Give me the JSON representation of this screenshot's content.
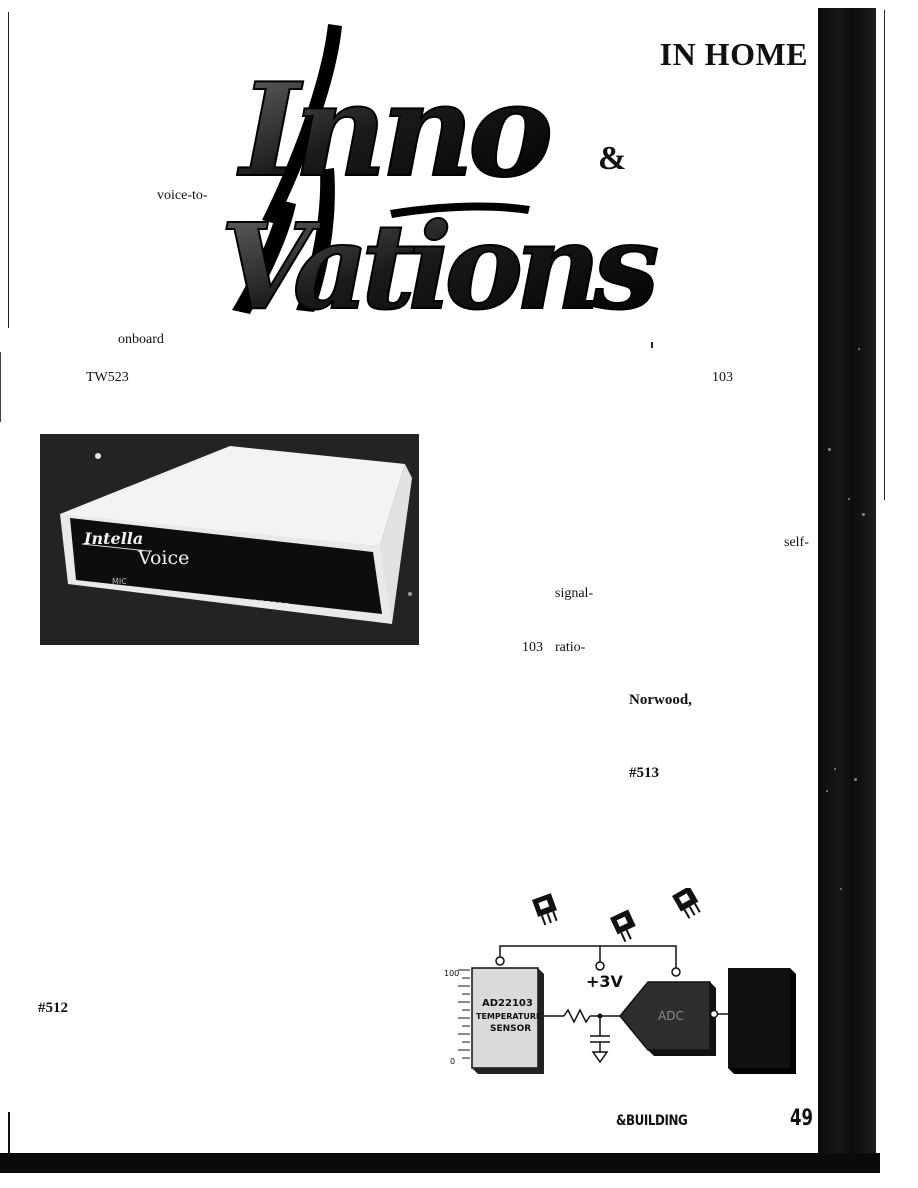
{
  "header": {
    "section_title": "IN HOME",
    "ampersand": "&",
    "logo_line1": "Inno",
    "logo_line2": "Vations"
  },
  "fragments": {
    "voice_to": "voice-to-",
    "onboard": "onboard",
    "tw523": "TW523",
    "n103_top": "103",
    "self": "self-",
    "signal": "signal-",
    "n103_mid": "103",
    "ratio": "ratio-",
    "norwood": "Norwood,",
    "ref513": "#513",
    "ref512": "#512"
  },
  "photo": {
    "brand_prefix": "Intella",
    "brand_suffix": "Voice",
    "panel_left": "MIC",
    "panel_right": "RECORD"
  },
  "diagram": {
    "supply": "+3V",
    "sensor_line1": "AD22103",
    "sensor_line2": "TEMPERATURE",
    "sensor_line3": "SENSOR",
    "adc_label": "ADC",
    "scale_top": "100",
    "scale_bottom": "0"
  },
  "footer": {
    "magazine": "&BUILDING",
    "page_number": "49"
  },
  "colors": {
    "ink": "#111111",
    "edge_strip": "#111111",
    "photo_bg": "#262626"
  }
}
